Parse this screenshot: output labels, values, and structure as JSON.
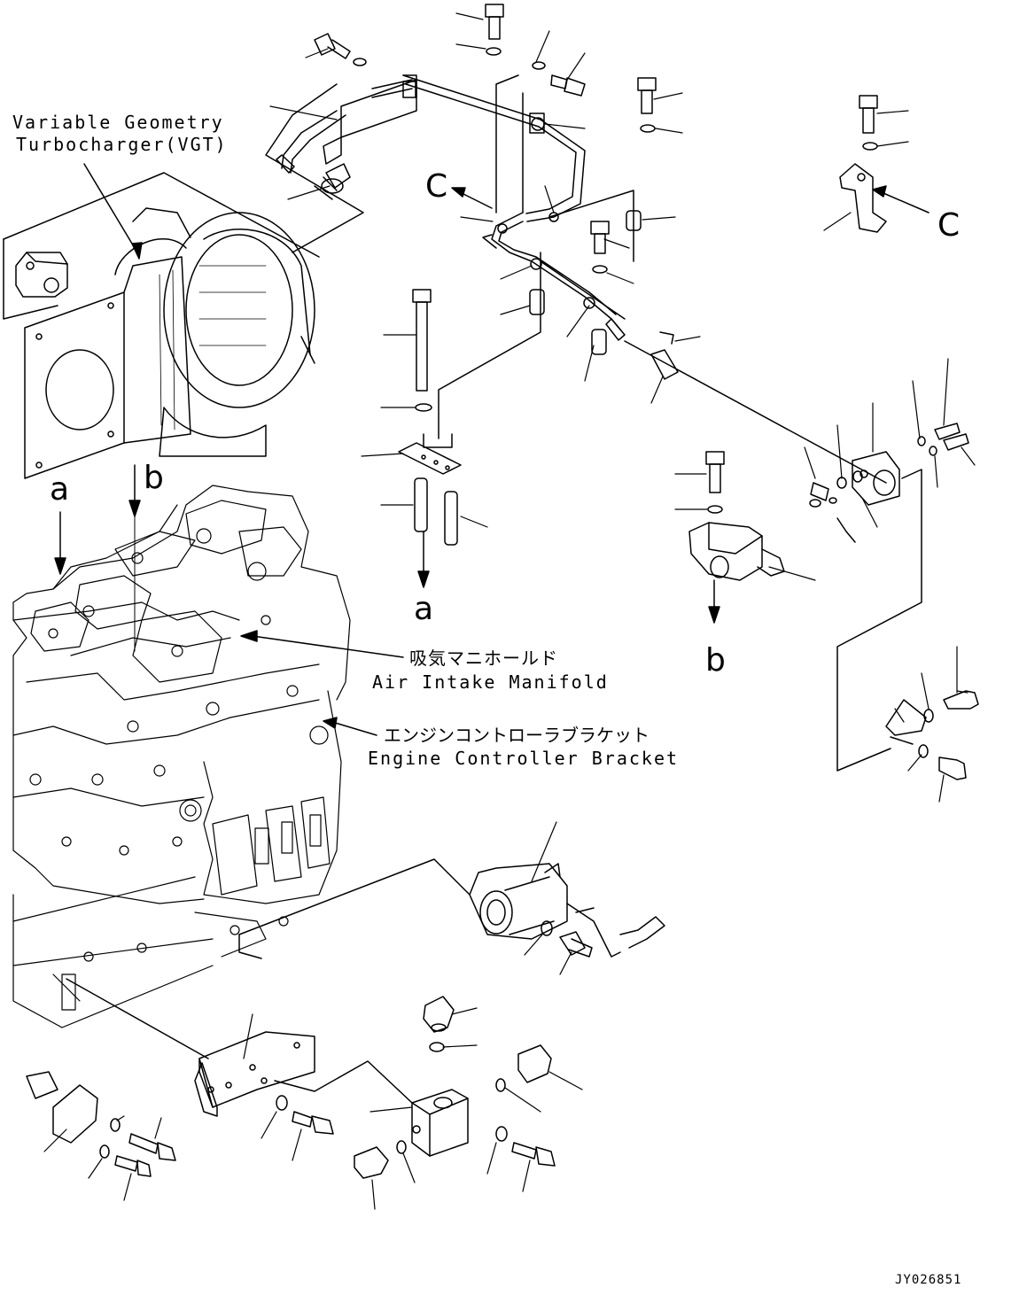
{
  "labels": {
    "vgt_line1": "Variable Geometry",
    "vgt_line2": "Turbocharger(VGT)",
    "intake_jp": "吸気マニホールド",
    "intake_en": "Air Intake Manifold",
    "bracket_jp": "エンジンコントローラブラケット",
    "bracket_en": "Engine Controller Bracket",
    "ref_a_top": "a",
    "ref_b_top": "b",
    "ref_a_bottom": "a",
    "ref_b_bottom": "b",
    "ref_c_left": "C",
    "ref_c_right": "C",
    "drawing_code": "JY026851"
  }
}
